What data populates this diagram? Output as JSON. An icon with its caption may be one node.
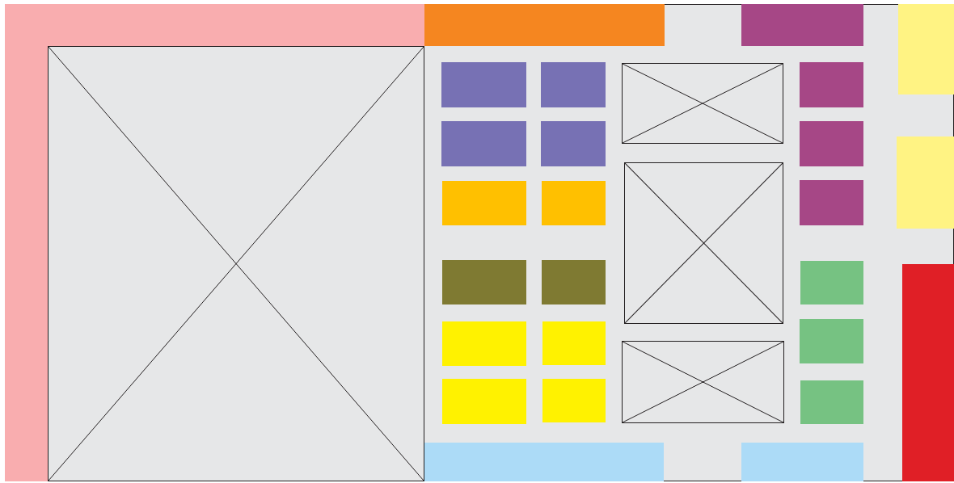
{
  "diagram": {
    "nodes": [
      {
        "text": [],
        "shape": "band"
      },
      {
        "text": [],
        "shape": "box"
      },
      {
        "text": [],
        "shape": "box"
      },
      {
        "text": [],
        "shape": "box"
      },
      {
        "text": [],
        "shape": "box"
      },
      {
        "text": [],
        "shape": "box"
      },
      {
        "text": [],
        "shape": "box"
      },
      {
        "text": [],
        "shape": "box"
      },
      {
        "text": [],
        "shape": "box"
      },
      {
        "text": [],
        "shape": "box"
      },
      {
        "text": [],
        "shape": "box"
      },
      {
        "text": [],
        "shape": "box"
      },
      {
        "text": [],
        "shape": "box"
      },
      {
        "text": [],
        "shape": "box"
      },
      {
        "text": [],
        "shape": "box"
      },
      {
        "text": [],
        "shape": "box"
      },
      {
        "text": [],
        "shape": "box"
      },
      {
        "text": [],
        "shape": "box"
      },
      {
        "text": [],
        "shape": "box"
      },
      {
        "text": [],
        "shape": "box"
      },
      {
        "text": [],
        "shape": "box"
      },
      {
        "text": [],
        "shape": "box"
      },
      {
        "text": [],
        "shape": "box"
      },
      {
        "text": [],
        "shape": "box"
      },
      {
        "text": [],
        "shape": "box"
      },
      {
        "text": [],
        "shape": "box"
      },
      {
        "text": [],
        "shape": "box"
      },
      {
        "text": [],
        "shape": "box"
      },
      {
        "text": [],
        "shape": "box"
      },
      {
        "text": [],
        "shape": "box"
      }
    ]
  }
}
